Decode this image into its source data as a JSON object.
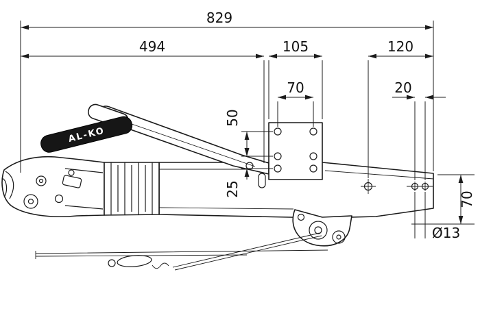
{
  "drawing": {
    "brand_label": "AL-KO",
    "dimensions": {
      "overall_length": "829",
      "coupling_to_flange": "494",
      "flange_width": "105",
      "rear_section": "120",
      "flange_hole_spacing_horizontal": "70",
      "rear_hole_spacing": "20",
      "flange_hole_spacing_vertical": "50",
      "flange_hole_offset": "25",
      "rear_height": "70",
      "hole_diameter": "Ø13"
    }
  }
}
